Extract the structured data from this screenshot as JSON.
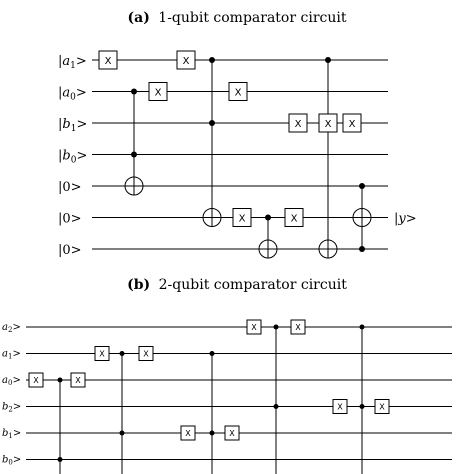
{
  "panel_a": {
    "title_letter": "(a)",
    "title_text": "1-qubit comparator circuit",
    "gate_label": "X",
    "qubits": [
      {
        "main": "|",
        "sub_letter": "a",
        "sub": "1",
        "tail": ">"
      },
      {
        "main": "|",
        "sub_letter": "a",
        "sub": "0",
        "tail": ">"
      },
      {
        "main": "|",
        "sub_letter": "b",
        "sub": "1",
        "tail": ">"
      },
      {
        "main": "|",
        "sub_letter": "b",
        "sub": "0",
        "tail": ">"
      },
      {
        "main": "|0>",
        "sub_letter": "",
        "sub": "",
        "tail": ""
      },
      {
        "main": "|0>",
        "sub_letter": "",
        "sub": "",
        "tail": ""
      },
      {
        "main": "|0>",
        "sub_letter": "",
        "sub": "",
        "tail": ""
      }
    ],
    "output_label": {
      "main": "|",
      "sub_letter": "y",
      "sub": "",
      "tail": ">"
    },
    "x_gates": [
      [
        0,
        1
      ],
      [
        1,
        3
      ],
      [
        0,
        4
      ],
      [
        1,
        6
      ],
      [
        2,
        7
      ],
      [
        5,
        10
      ],
      [
        5,
        11
      ],
      [
        2,
        12
      ],
      [
        2,
        14
      ]
    ],
    "controls": [
      {
        "col": 2,
        "ctrl": [
          1,
          3
        ],
        "target": 4
      },
      {
        "col": 5,
        "ctrl": [
          0,
          2
        ],
        "target": 5
      },
      {
        "col": 9,
        "ctrl": [
          5
        ],
        "target": 6
      },
      {
        "col": 13,
        "ctrl": [
          0,
          2
        ],
        "target": 6
      },
      {
        "col": 15,
        "ctrl": [
          4,
          6
        ],
        "target": 5
      }
    ]
  },
  "panel_b": {
    "title_letter": "(b)",
    "title_text": "2-qubit comparator circuit",
    "gate_label": "X",
    "qubits": [
      {
        "letter": "a",
        "sub": "2",
        "tail": ">"
      },
      {
        "letter": "a",
        "sub": "1",
        "tail": ">"
      },
      {
        "letter": "a",
        "sub": "0",
        "tail": ">"
      },
      {
        "letter": "b",
        "sub": "2",
        "tail": ">"
      },
      {
        "letter": "b",
        "sub": "1",
        "tail": ">"
      },
      {
        "letter": "b",
        "sub": "0",
        "tail": ">"
      }
    ],
    "x_gates": [
      [
        2,
        1
      ],
      [
        2,
        3
      ],
      [
        1,
        4
      ],
      [
        1,
        6
      ],
      [
        4,
        8
      ],
      [
        4,
        10
      ],
      [
        0,
        11
      ],
      [
        0,
        13
      ],
      [
        3,
        15
      ],
      [
        3,
        17
      ]
    ],
    "control_dots": [
      [
        2,
        2
      ],
      [
        1,
        5
      ],
      [
        4,
        5
      ],
      [
        1,
        9
      ],
      [
        4,
        9
      ],
      [
        0,
        12
      ],
      [
        3,
        12
      ],
      [
        0,
        16
      ],
      [
        3,
        16
      ],
      [
        5,
        2
      ]
    ],
    "vertical_lines": [
      2,
      5,
      9,
      12,
      16
    ]
  }
}
